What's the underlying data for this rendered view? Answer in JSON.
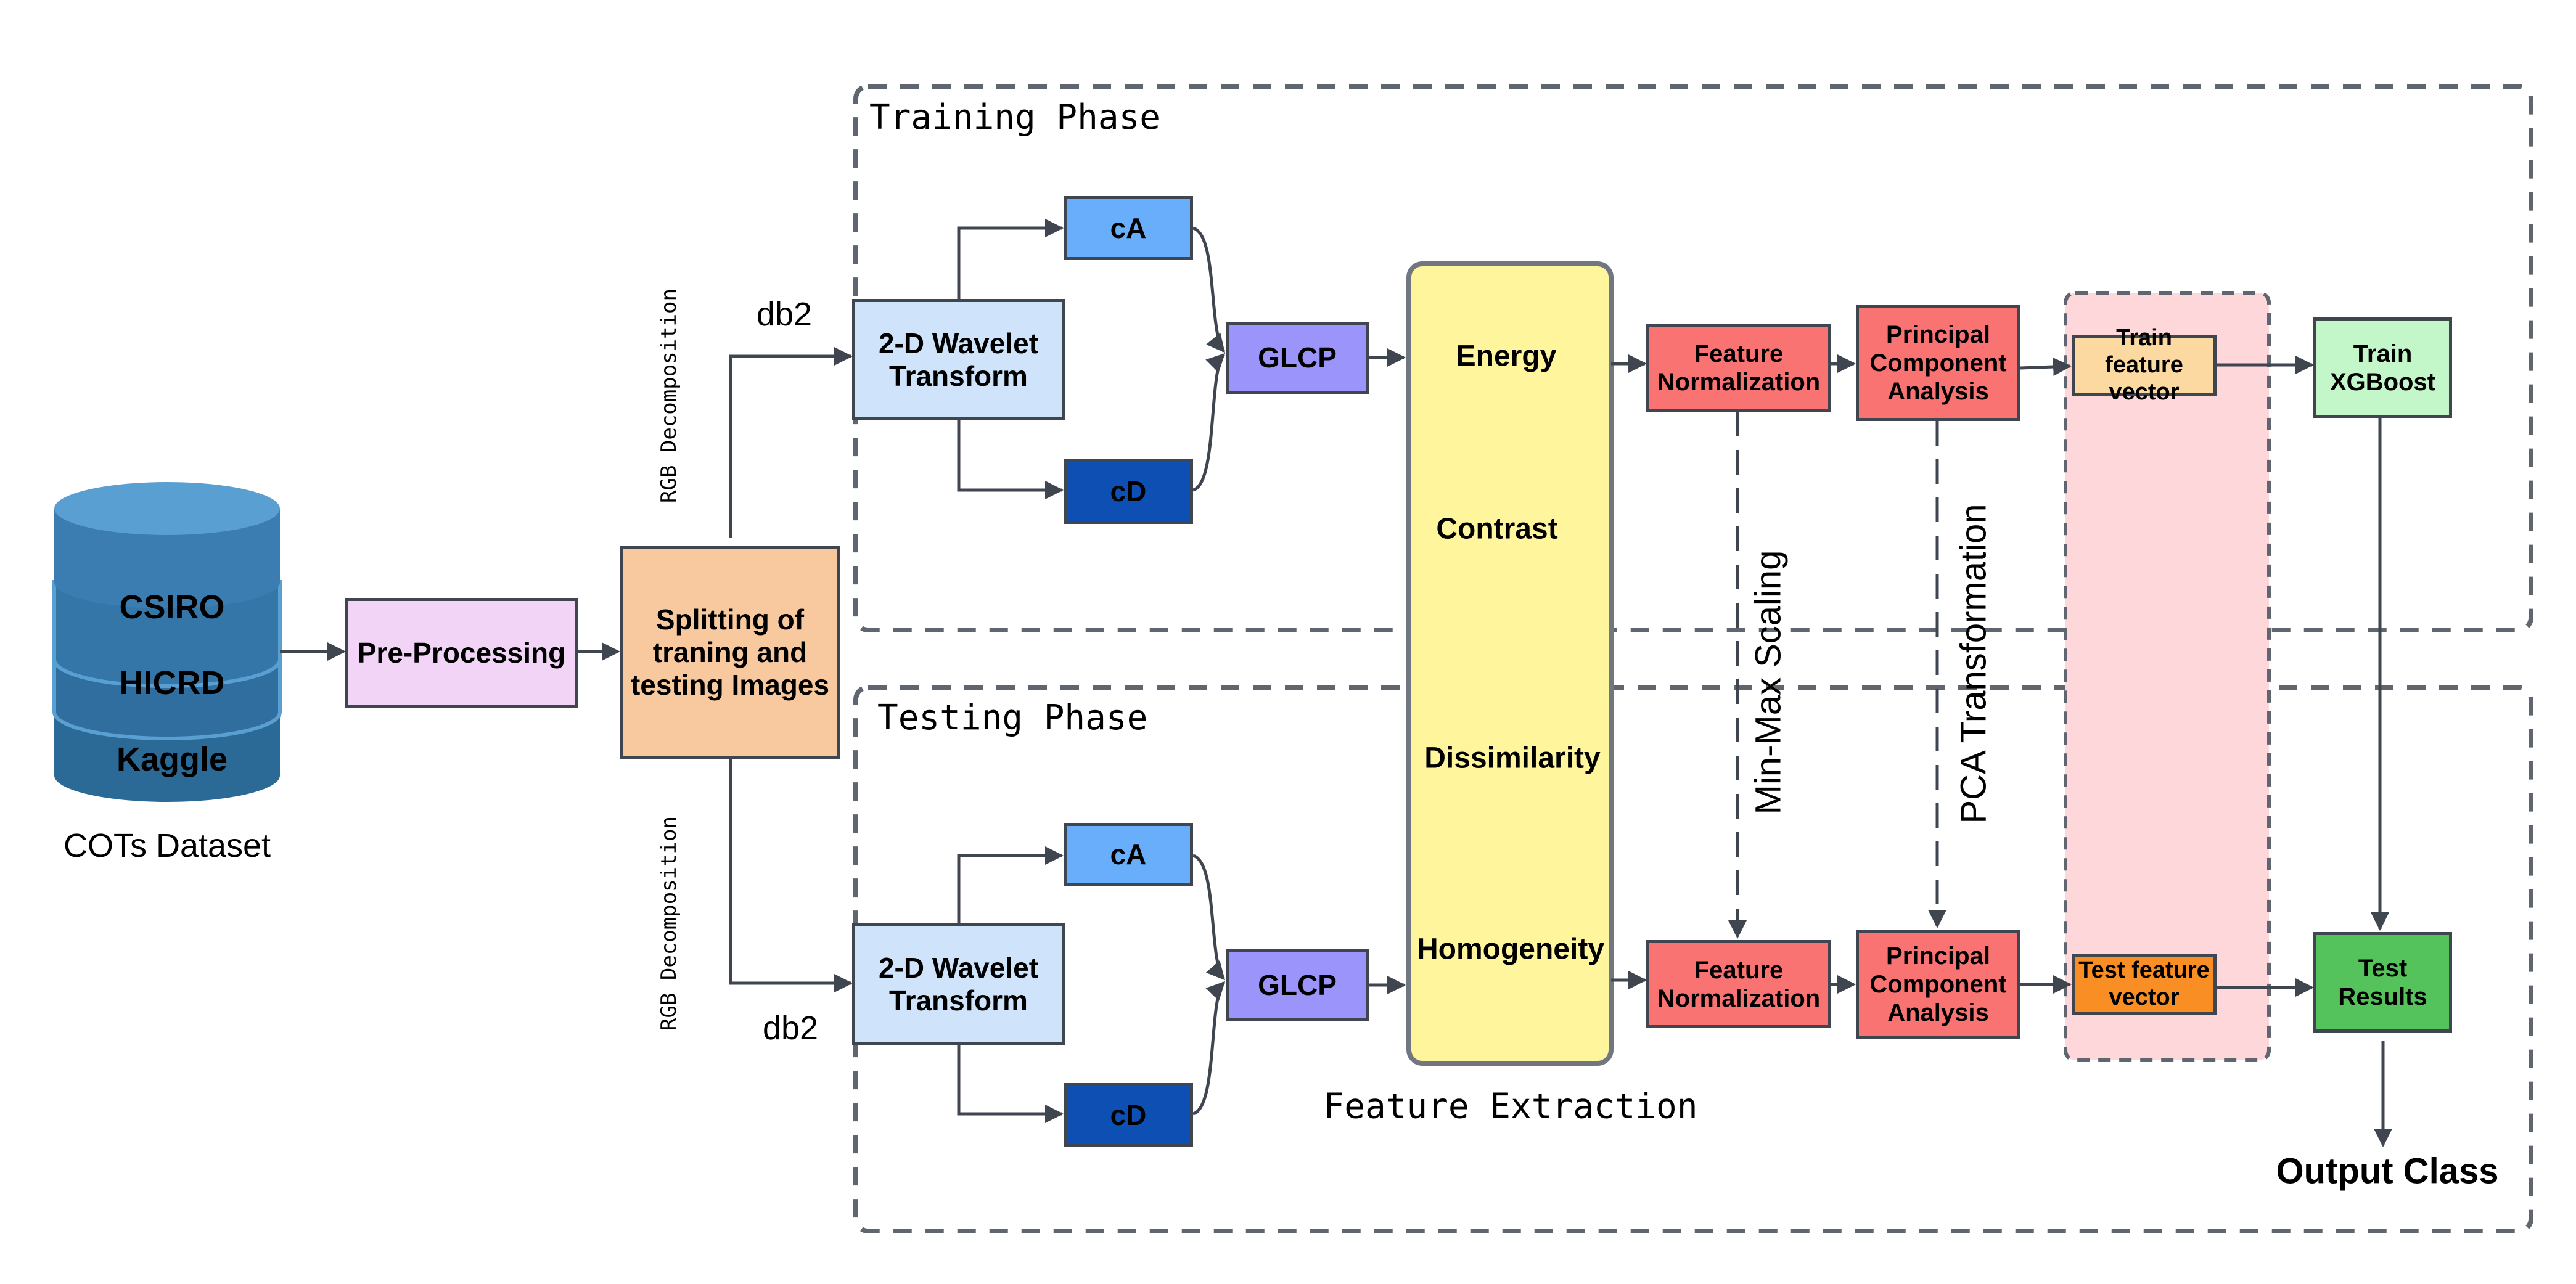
{
  "colors": {
    "stroke": "#3f4650",
    "dashed_border": "#5f6670",
    "preprocess": "#f2d4f7",
    "split": "#f8c99e",
    "wavelet": "#cfe4fb",
    "ca": "#69aefa",
    "cd": "#0d4fb3",
    "glcp": "#9b95fb",
    "features": "#fff59d",
    "norm": "#f97373",
    "train_vector": "#fbd9a0",
    "test_vector": "#f98f24",
    "highlight": "#fdd7da",
    "train_xgb": "#c3f6c8",
    "test_results": "#55c35c",
    "cyl_top": "#5a9fd1",
    "cyl_side": "#2b6996"
  },
  "dataset": {
    "items": [
      "CSIRO",
      "HICRD",
      "Kaggle"
    ],
    "caption": "COTs Dataset"
  },
  "pipeline": {
    "preprocess": "Pre-Processing",
    "split": "Splitting of traning and testing Images",
    "rgb_label": "RGB Decomposition",
    "db2_label": "db2"
  },
  "training": {
    "title": "Training Phase",
    "wavelet": "2-D Wavelet Transform",
    "ca": "cA",
    "cd": "cD",
    "glcp": "GLCP",
    "norm": "Feature Normalization",
    "pca": "Principal Component Analysis",
    "vector": "Train feature vector",
    "model": "Train XGBoost"
  },
  "testing": {
    "title": "Testing Phase",
    "wavelet": "2-D Wavelet Transform",
    "ca": "cA",
    "cd": "cD",
    "glcp": "GLCP",
    "norm": "Feature Normalization",
    "pca": "Principal Component Analysis",
    "vector": "Test feature vector",
    "results": "Test Results",
    "output": "Output Class"
  },
  "features": {
    "items": [
      "Energy",
      "Contrast",
      "Dissimilarity",
      "Homogeneity"
    ],
    "caption": "Feature Extraction"
  },
  "links": {
    "minmax": "Min-Max Scaling",
    "pca_transform": "PCA Transformation"
  }
}
